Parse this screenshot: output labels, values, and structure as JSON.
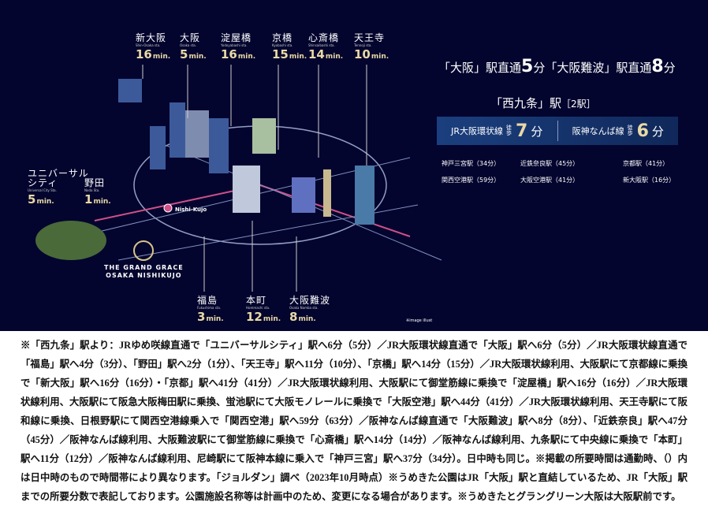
{
  "top_stations": [
    {
      "jp": "新大阪",
      "en": "Shin-Osaka sta.",
      "min": "16",
      "unit": "min."
    },
    {
      "jp": "大阪",
      "en": "Osaka sta.",
      "min": "5",
      "unit": "min."
    },
    {
      "jp": "淀屋橋",
      "en": "Yodoyabashi sta.",
      "min": "16",
      "unit": "min."
    },
    {
      "jp": "京橋",
      "en": "Kyobashi sta.",
      "min": "15",
      "unit": "min."
    },
    {
      "jp": "心斎橋",
      "en": "Shinsaibashi sta.",
      "min": "14",
      "unit": "min."
    },
    {
      "jp": "天王寺",
      "en": "Tennoji sta.",
      "min": "10",
      "unit": "min."
    }
  ],
  "bottom_stations": [
    {
      "jp": "福島",
      "en": "Fukushima sta.",
      "min": "3",
      "unit": "min."
    },
    {
      "jp": "本町",
      "en": "Hommachi sta.",
      "min": "12",
      "unit": "min."
    },
    {
      "jp": "大阪難波",
      "en": "Osaka Namba sta.",
      "min": "8",
      "unit": "min."
    }
  ],
  "left_stations": [
    {
      "jp": "ユニバーサル\nシティ",
      "en": "Universal City Sta.",
      "min": "5",
      "unit": "min."
    },
    {
      "jp": "野田",
      "en": "Noda Sta.",
      "min": "1",
      "unit": "min."
    }
  ],
  "headline": {
    "a": "「大阪」駅直通",
    "a_num": "5",
    "a_unit": "分",
    "b": "「大阪難波」駅直通",
    "b_num": "8",
    "b_unit": "分"
  },
  "nishikujo": {
    "title": "「西九条」駅",
    "sub": "［2駅］"
  },
  "lines": [
    {
      "name": "JR大阪環状線",
      "walk": "徒歩",
      "num": "7",
      "unit": "分"
    },
    {
      "name": "阪神なんば線",
      "walk": "徒歩",
      "num": "6",
      "unit": "分"
    }
  ],
  "destinations": [
    "神戸三宮駅（34分）",
    "近鉄奈良駅（45分）",
    "京都駅（41分）",
    "関西空港駅（59分）",
    "大阪空港駅（41分）",
    "新大阪駅（16分）"
  ],
  "logo": {
    "line1": "THE GRAND GRACE",
    "line2": "OSAKA NISHIKUJO"
  },
  "station_tag": "Nishi-Kujo",
  "image_note": "※image illust",
  "colors": {
    "background": "#03052e",
    "accent_gold": "#e9d9a6",
    "box_blue": "#1b3f7e",
    "line_pink": "#d0508a"
  },
  "notes": "※「西九条」駅より：JRゆめ咲線直通で「ユニバーサルシティ」駅へ6分（5分）／JR大阪環状線直通で「大阪」駅へ6分（5分）／JR大阪環状線直通で「福島」駅へ4分（3分）、「野田」駅へ2分（1分）、「天王寺」駅へ11分（10分）、「京橋」駅へ14分（15分）／JR大阪環状線利用、大阪駅にて京都線に乗換で「新大阪」駅へ16分（16分）・「京都」駅へ41分（41分）／JR大阪環状線利用、大阪駅にて御堂筋線に乗換で「淀屋橋」駅へ16分（16分）／JR大阪環状線利用、大阪駅にて阪急大阪梅田駅に乗換、蛍池駅にて大阪モノレールに乗換で「大阪空港」駅へ44分（41分）／JR大阪環状線利用、天王寺駅にて阪和線に乗換、日根野駅にて関西空港線乗入で「関西空港」駅へ59分（63分）／阪神なんば線直通で「大阪難波」駅へ8分（8分）、「近鉄奈良」駅へ47分（45分）／阪神なんば線利用、大阪難波駅にて御堂筋線に乗換で「心斎橋」駅へ14分（14分）／阪神なんば線利用、九条駅にて中央線に乗換で「本町」駅へ11分（12分）／阪神なんば線利用、尼崎駅にて阪神本線に乗入で「神戸三宮」駅へ37分（34分）。日中時も同じ。※掲載の所要時間は通勤時、（）内は日中時のもので時間帯により異なります。「ジョルダン」調べ（2023年10月時点）※うめきた公園はJR「大阪」駅と直結しているため、JR「大阪」駅までの所要分数で表記しております。公園施設名称等は計画中のため、変更になる場合があります。※うめきたとグラングリーン大阪は大阪駅前です。"
}
